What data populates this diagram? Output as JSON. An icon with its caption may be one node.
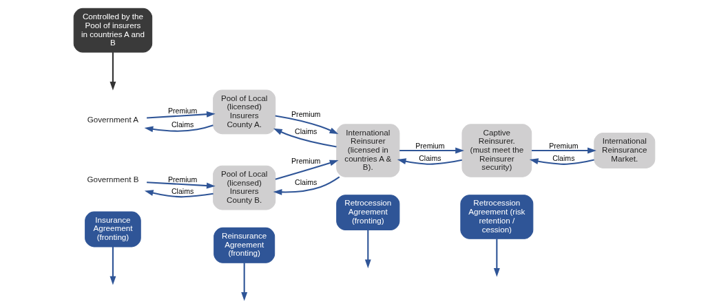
{
  "diagram": {
    "nodes": [
      {
        "text": [
          "Insurance Agreement (fronting)"
        ]
      },
      {
        "text": [
          "Reinsurance Agreement (fronting)"
        ]
      },
      {
        "text": [
          "Retrocession Agreement (fronting)"
        ]
      },
      {
        "text": [
          "Retrocession Agreement (risk retention / cession)"
        ]
      },
      {
        "text": [
          "Government A"
        ]
      },
      {
        "text": [
          "Pool of Local (licensed) Insurers County A."
        ]
      },
      {
        "text": [
          "Government B"
        ]
      },
      {
        "text": [
          "Pool of Local (licensed) Insurers County B."
        ]
      },
      {
        "text": [
          "International Reinsurer (licensed in countries A & B)."
        ]
      },
      {
        "text": [
          "Captive Reinsurer. (must meet the Reinsurer security)"
        ]
      },
      {
        "text": [
          "International Reinsurance Market."
        ]
      },
      {
        "text": [
          "Controlled by the Pool of insurers in countries A and B"
        ]
      }
    ],
    "edges": [
      {
        "from": 0,
        "to": null,
        "arrow": "to"
      },
      {
        "from": 1,
        "to": null,
        "arrow": "to"
      },
      {
        "from": 2,
        "to": null,
        "arrow": "to"
      },
      {
        "from": 3,
        "to": null,
        "arrow": "to"
      },
      {
        "from": 4,
        "to": 5,
        "arrow": "to",
        "label": "Premium"
      },
      {
        "from": 5,
        "to": 4,
        "arrow": "to",
        "label": "Claims"
      },
      {
        "from": 5,
        "to": 8,
        "arrow": "to",
        "label": "Premium"
      },
      {
        "from": 8,
        "to": 5,
        "arrow": "to",
        "label": "Claims"
      },
      {
        "from": 6,
        "to": 7,
        "arrow": "to",
        "label": "Premium"
      },
      {
        "from": 7,
        "to": 6,
        "arrow": "to",
        "label": "Claims"
      },
      {
        "from": 7,
        "to": 8,
        "arrow": "to",
        "label": "Premium"
      },
      {
        "from": 8,
        "to": 7,
        "arrow": "to",
        "label": "Claims"
      },
      {
        "from": 8,
        "to": 9,
        "arrow": "to",
        "label": "Premium"
      },
      {
        "from": 9,
        "to": 8,
        "arrow": "to",
        "label": "Claims"
      },
      {
        "from": 9,
        "to": 10,
        "arrow": "to",
        "label": "Premium"
      },
      {
        "from": 10,
        "to": 9,
        "arrow": "to",
        "label": "Claims"
      },
      {
        "from": 11,
        "to": null,
        "arrow": "to",
        "color": "#333333"
      }
    ]
  }
}
